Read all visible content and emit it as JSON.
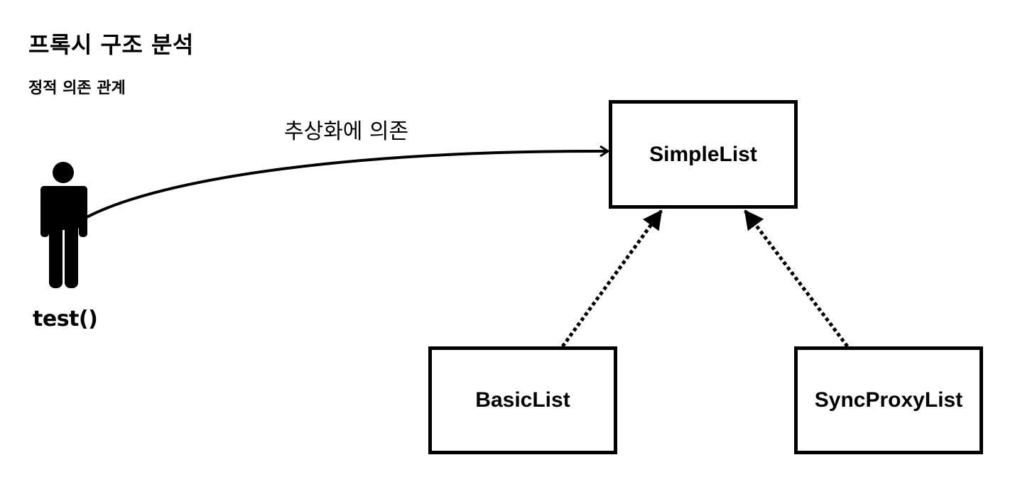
{
  "header": {
    "title": "프록시 구조 분석",
    "subtitle": "정적 의존 관계"
  },
  "diagram": {
    "actor": {
      "icon": "person-icon",
      "label": "test()"
    },
    "dependency_label": "추상화에 의존",
    "nodes": {
      "simple_list": "SimpleList",
      "basic_list": "BasicList",
      "sync_proxy_list": "SyncProxyList"
    },
    "colors": {
      "stroke": "#000000",
      "background": "#ffffff"
    }
  }
}
